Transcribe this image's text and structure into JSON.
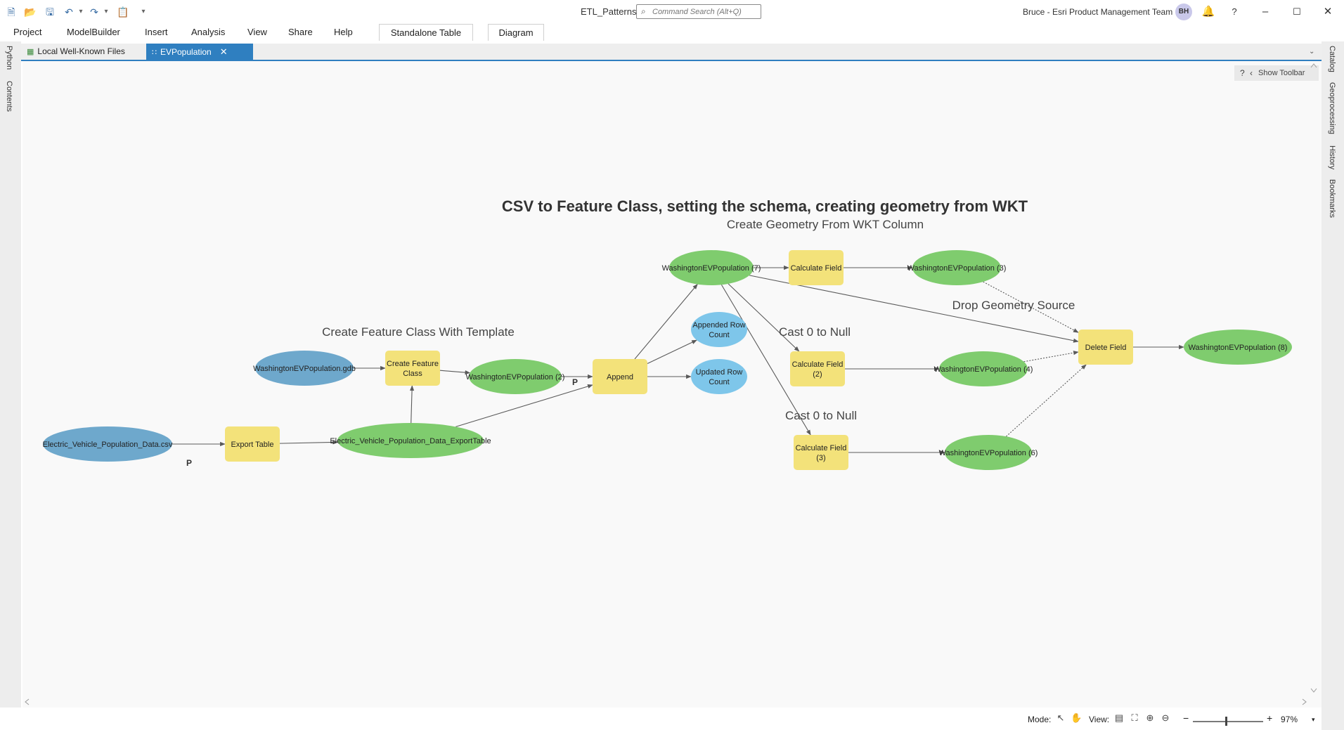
{
  "window": {
    "title": "ETL_Patterns",
    "search_placeholder": "Command Search (Alt+Q)",
    "user": "Bruce - Esri Product Management Team",
    "avatar_initials": "BH",
    "help_glyph": "?"
  },
  "ribbon": {
    "menus": [
      "Project",
      "ModelBuilder",
      "Insert",
      "Analysis",
      "View",
      "Share",
      "Help"
    ],
    "context_tabs": [
      "Standalone Table",
      "Diagram"
    ]
  },
  "tabs": [
    {
      "label": "Local Well-Known Files",
      "active": false
    },
    {
      "label": "EVPopulation",
      "active": true
    }
  ],
  "left_pane": [
    "Python",
    "Contents"
  ],
  "right_pane": [
    "Catalog",
    "Geoprocessing",
    "History",
    "Bookmarks"
  ],
  "canvas": {
    "show_toolbar": "Show Toolbar",
    "title": "CSV to Feature Class, setting the schema, creating geometry from WKT"
  },
  "diagram": {
    "groups": [
      {
        "id": "g1",
        "label": "Create Geometry From WKT Column"
      },
      {
        "id": "g2",
        "label": "Drop Geometry Source"
      },
      {
        "id": "g3",
        "label": "Create Feature Class With Template"
      },
      {
        "id": "g4",
        "label": "Cast 0 to Null"
      },
      {
        "id": "g5",
        "label": "Cast 0 to Null"
      }
    ],
    "nodes": [
      {
        "id": "n1",
        "kind": "input",
        "label": "Electric_Vehicle_Population_Data.csv"
      },
      {
        "id": "n2",
        "kind": "tool",
        "label": "Export Table"
      },
      {
        "id": "n3",
        "kind": "output",
        "label": "Electric_Vehicle_Population_Data_ExportTable"
      },
      {
        "id": "n4",
        "kind": "input",
        "label": "WashingtonEVPopulation.gdb"
      },
      {
        "id": "n5",
        "kind": "tool",
        "label": "Create Feature Class"
      },
      {
        "id": "n6",
        "kind": "output",
        "label": "WashingtonEVPopulation (2)"
      },
      {
        "id": "n7",
        "kind": "tool",
        "label": "Append"
      },
      {
        "id": "n8",
        "kind": "value",
        "label": "Appended Row Count"
      },
      {
        "id": "n9",
        "kind": "value",
        "label": "Updated Row Count"
      },
      {
        "id": "n10",
        "kind": "output",
        "label": "WashingtonEVPopulation (7)"
      },
      {
        "id": "n11",
        "kind": "tool",
        "label": "Calculate Field"
      },
      {
        "id": "n12",
        "kind": "output",
        "label": "WashingtonEVPopulation (3)"
      },
      {
        "id": "n13",
        "kind": "tool",
        "label": "Calculate Field (2)"
      },
      {
        "id": "n14",
        "kind": "output",
        "label": "WashingtonEVPopulation (4)"
      },
      {
        "id": "n15",
        "kind": "tool",
        "label": "Calculate Field (3)"
      },
      {
        "id": "n16",
        "kind": "output",
        "label": "WashingtonEVPopulation (6)"
      },
      {
        "id": "n17",
        "kind": "tool",
        "label": "Delete Field"
      },
      {
        "id": "n18",
        "kind": "output",
        "label": "WashingtonEVPopulation (8)"
      }
    ],
    "edges": [
      {
        "from": "n1",
        "to": "n2",
        "style": "solid"
      },
      {
        "from": "n2",
        "to": "n3",
        "style": "solid"
      },
      {
        "from": "n3",
        "to": "n5",
        "style": "solid"
      },
      {
        "from": "n4",
        "to": "n5",
        "style": "solid"
      },
      {
        "from": "n5",
        "to": "n6",
        "style": "solid"
      },
      {
        "from": "n6",
        "to": "n7",
        "style": "solid"
      },
      {
        "from": "n3",
        "to": "n7",
        "style": "solid"
      },
      {
        "from": "n7",
        "to": "n8",
        "style": "solid"
      },
      {
        "from": "n7",
        "to": "n9",
        "style": "solid"
      },
      {
        "from": "n7",
        "to": "n10",
        "style": "solid"
      },
      {
        "from": "n10",
        "to": "n11",
        "style": "solid"
      },
      {
        "from": "n11",
        "to": "n12",
        "style": "solid"
      },
      {
        "from": "n10",
        "to": "n13",
        "style": "solid"
      },
      {
        "from": "n10",
        "to": "n15",
        "style": "solid"
      },
      {
        "from": "n10",
        "to": "n17",
        "style": "solid"
      },
      {
        "from": "n13",
        "to": "n14",
        "style": "solid"
      },
      {
        "from": "n15",
        "to": "n16",
        "style": "solid"
      },
      {
        "from": "n12",
        "to": "n17",
        "style": "dashed"
      },
      {
        "from": "n14",
        "to": "n17",
        "style": "dashed"
      },
      {
        "from": "n16",
        "to": "n17",
        "style": "dashed"
      },
      {
        "from": "n17",
        "to": "n18",
        "style": "solid"
      }
    ],
    "parameter_markers": [
      {
        "node": "n1",
        "label": "P"
      },
      {
        "node": "n6",
        "label": "P"
      }
    ]
  },
  "colors": {
    "input": "#6ea8cc",
    "tool": "#f3e27a",
    "output": "#7fcc6e",
    "value": "#7ec6ea",
    "edge": "#5a5a5a",
    "accent": "#2f7fc0"
  },
  "statusbar": {
    "mode_label": "Mode:",
    "view_label": "View:",
    "zoom_minus": "−",
    "zoom_plus": "+",
    "zoom_value": "97%"
  }
}
